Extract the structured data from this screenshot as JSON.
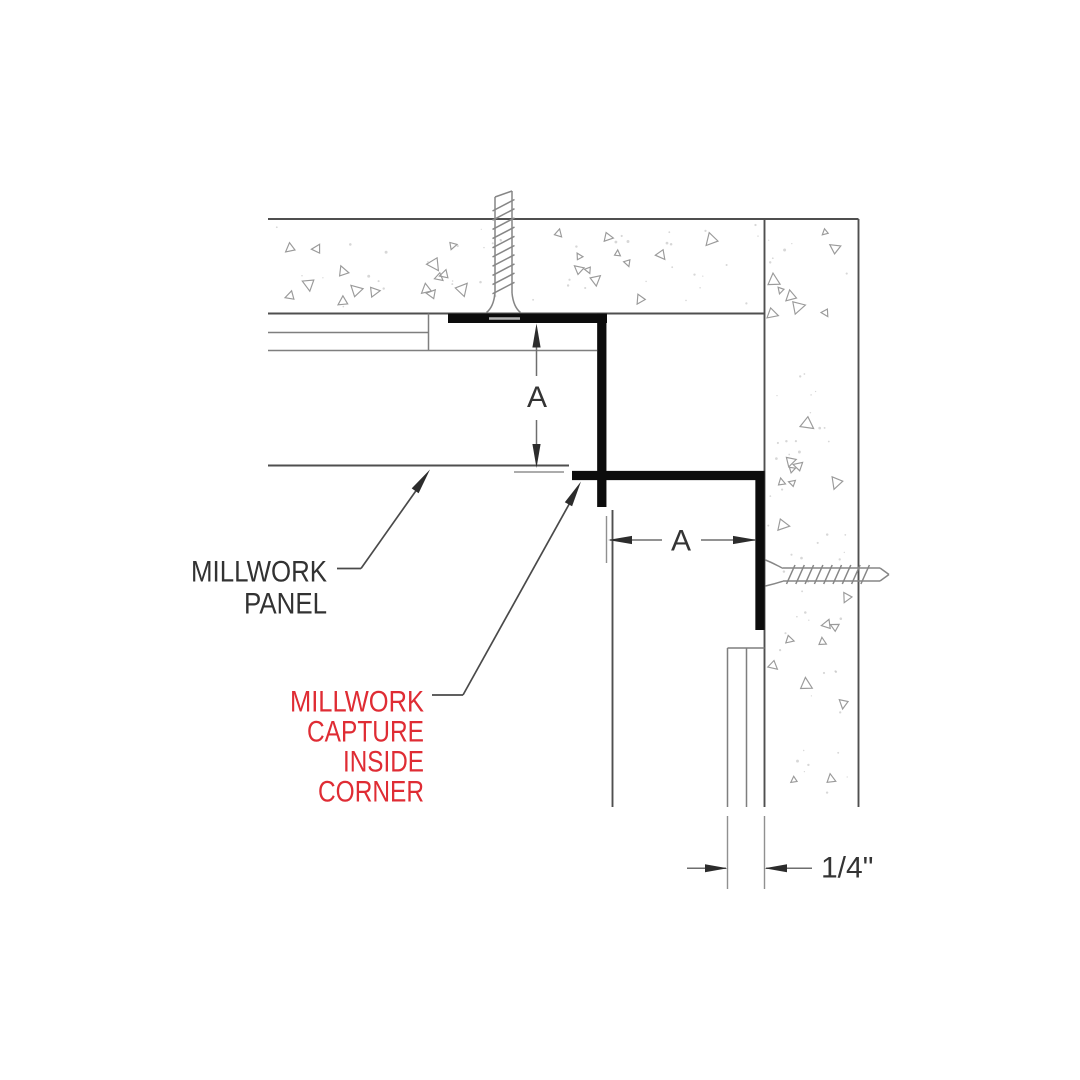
{
  "image": {
    "type": "architectural-detail-drawing",
    "subject": "millwork capture inside corner at ceiling and wall",
    "background": "#ffffff"
  },
  "labels": {
    "panel": {
      "line1": "MILLWORK",
      "line2": "PANEL",
      "color": "#323232"
    },
    "capture": {
      "line1": "MILLWORK",
      "line2": "CAPTURE",
      "line3": "INSIDE",
      "line4": "CORNER",
      "color": "#df2c34"
    }
  },
  "dimensions": {
    "vertical": "A",
    "horizontal": "A",
    "reveal": "1/4\""
  },
  "colors": {
    "profile": "#0c0c0c",
    "lines": "#4f4f4f",
    "light_lines": "#7f7f7f",
    "stipple": "#9a9a9a",
    "stipple_dots": "#c6c6c6",
    "screw": "#868686",
    "dimension_text": "#343434",
    "label_black": "#323232",
    "label_red": "#df2c34"
  }
}
